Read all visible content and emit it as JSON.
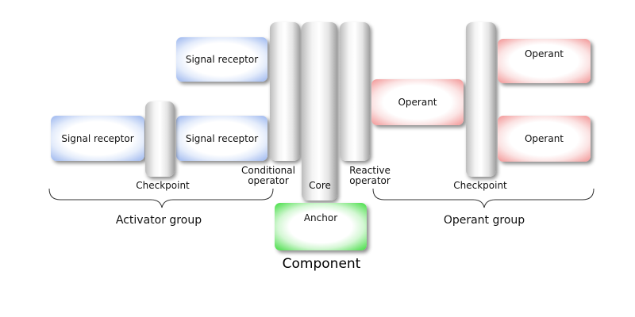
{
  "activator": {
    "signal_receptor_top": "Signal receptor",
    "signal_receptor_left": "Signal receptor",
    "signal_receptor_mid": "Signal receptor",
    "checkpoint": "Checkpoint",
    "group_label": "Activator group"
  },
  "component": {
    "conditional_operator": "Conditional operator",
    "core": "Core",
    "reactive_operator": "Reactive operator",
    "anchor": "Anchor",
    "title": "Component"
  },
  "operant": {
    "operant_left": "Operant",
    "operant_top": "Operant",
    "operant_bottom": "Operant",
    "checkpoint": "Checkpoint",
    "group_label": "Operant group"
  },
  "colors": {
    "receptor": "#9ab5ee",
    "operant": "#f29393",
    "anchor": "#3fdc3f",
    "pillar": "#d0d0d0"
  }
}
